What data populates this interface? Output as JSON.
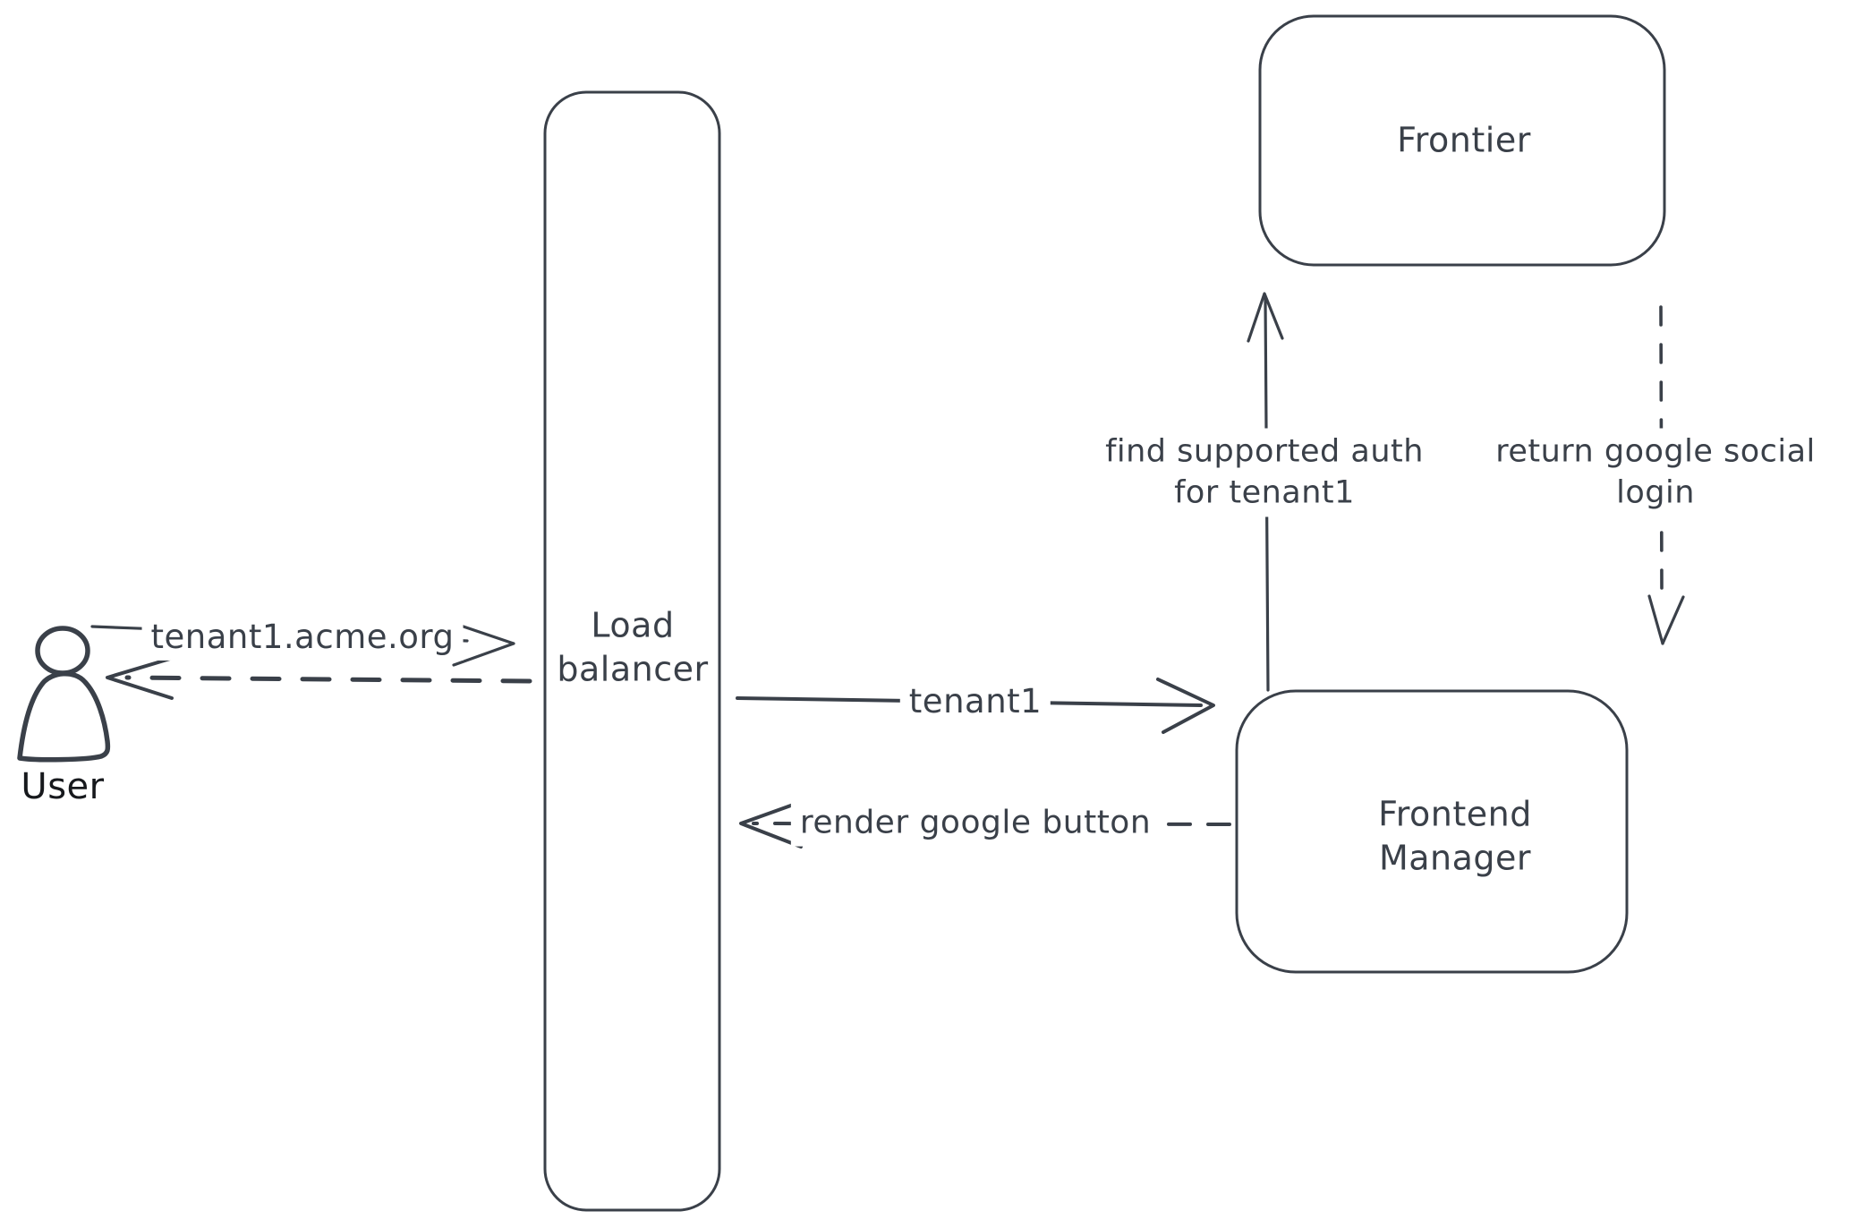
{
  "colors": {
    "stroke": "#3a4049",
    "user_stroke": "#17191d",
    "hatch": "#ccd3db",
    "background": "#ffffff"
  },
  "nodes": {
    "user": {
      "label": "User"
    },
    "load_balancer": {
      "line1": "Load",
      "line2": "balancer"
    },
    "frontier": {
      "label": "Frontier"
    },
    "frontend_manager": {
      "line1": "Frontend",
      "line2": "Manager"
    }
  },
  "edges": {
    "tenant1_acme_org": {
      "label": "tenant1.acme.org",
      "style": "solid",
      "direction": "user-to-load-balancer"
    },
    "reply_to_user": {
      "style": "dashed",
      "direction": "load-balancer-to-user"
    },
    "tenant1": {
      "label": "tenant1",
      "style": "solid",
      "direction": "load-balancer-to-frontend-manager"
    },
    "render_google_button": {
      "label": "render google button",
      "style": "dashed",
      "direction": "frontend-manager-to-load-balancer"
    },
    "find_supported_auth": {
      "line1": "find supported auth",
      "line2": "for tenant1",
      "style": "solid",
      "direction": "frontend-manager-to-frontier"
    },
    "return_google_social_login": {
      "line1": "return google social",
      "line2": "login",
      "style": "dashed",
      "direction": "frontier-to-frontend-manager"
    }
  }
}
